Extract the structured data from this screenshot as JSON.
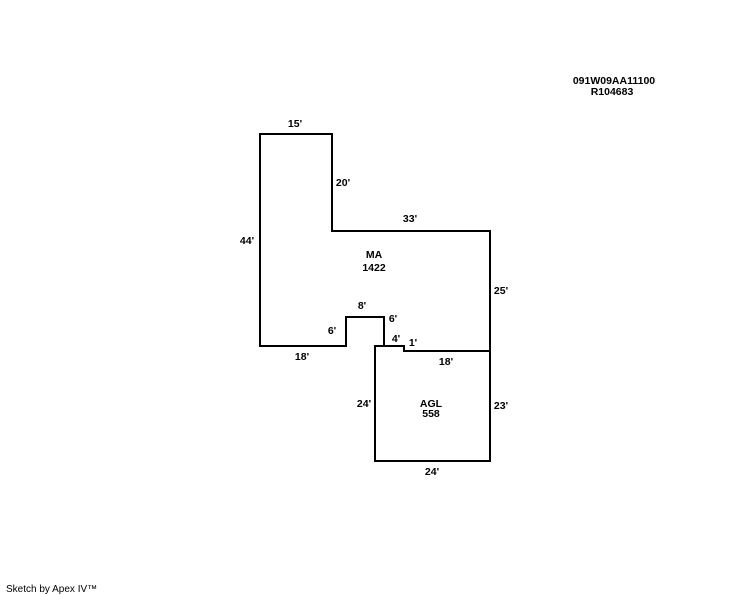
{
  "parcel": {
    "map_id": "091W09AA11100",
    "account": "R104683"
  },
  "areas": [
    {
      "code": "MA",
      "size": "1422"
    },
    {
      "code": "AGL",
      "size": "558"
    }
  ],
  "dimensions": {
    "ma_top": "15'",
    "ma_upper_right_side": "20'",
    "ma_step_top": "33'",
    "ma_left_side": "44'",
    "ma_right_side": "25'",
    "ma_bottom_left": "18'",
    "ma_notch_left": "6'",
    "ma_notch_top": "8'",
    "ma_notch_right": "6'",
    "ma_ledge": "4'",
    "ma_jog": "1'",
    "agl_top": "18'",
    "agl_left": "24'",
    "agl_right": "23'",
    "agl_bottom": "24'"
  },
  "footer": {
    "credit": "Sketch by Apex IV™"
  }
}
